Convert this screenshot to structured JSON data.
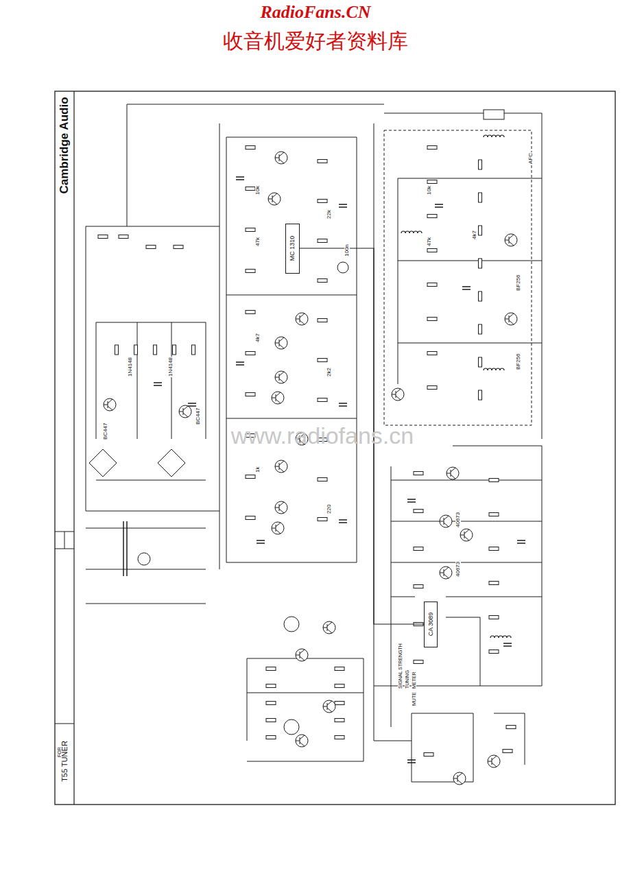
{
  "diagram": {
    "nodes": [
      {
        "text": [
          "Cambridge Audio"
        ]
      },
      {
        "text": [
          "MC 1310"
        ]
      },
      {
        "text": [
          "CA 3089"
        ]
      },
      {
        "text": [
          "T55 TUNER"
        ]
      }
    ],
    "edges": [
      {
        "from": 2,
        "to": 1,
        "arrow": "none"
      }
    ],
    "labels": [
      "RadioFans.CN",
      "收音机爱好者资料库",
      "www.radiofans.cn",
      "BC447",
      "1N4148",
      "BC447",
      "1N4148",
      "10k",
      "47k",
      "4k7",
      "22k",
      "100n",
      "2k2",
      "1k",
      "220",
      "10k",
      "47k",
      "4k7",
      "BF256",
      "BF256",
      "40673",
      "40673",
      "AFC",
      "SIGNAL STRENGTH",
      "TUNING",
      "METER",
      "MUTE",
      "FOR"
    ]
  }
}
